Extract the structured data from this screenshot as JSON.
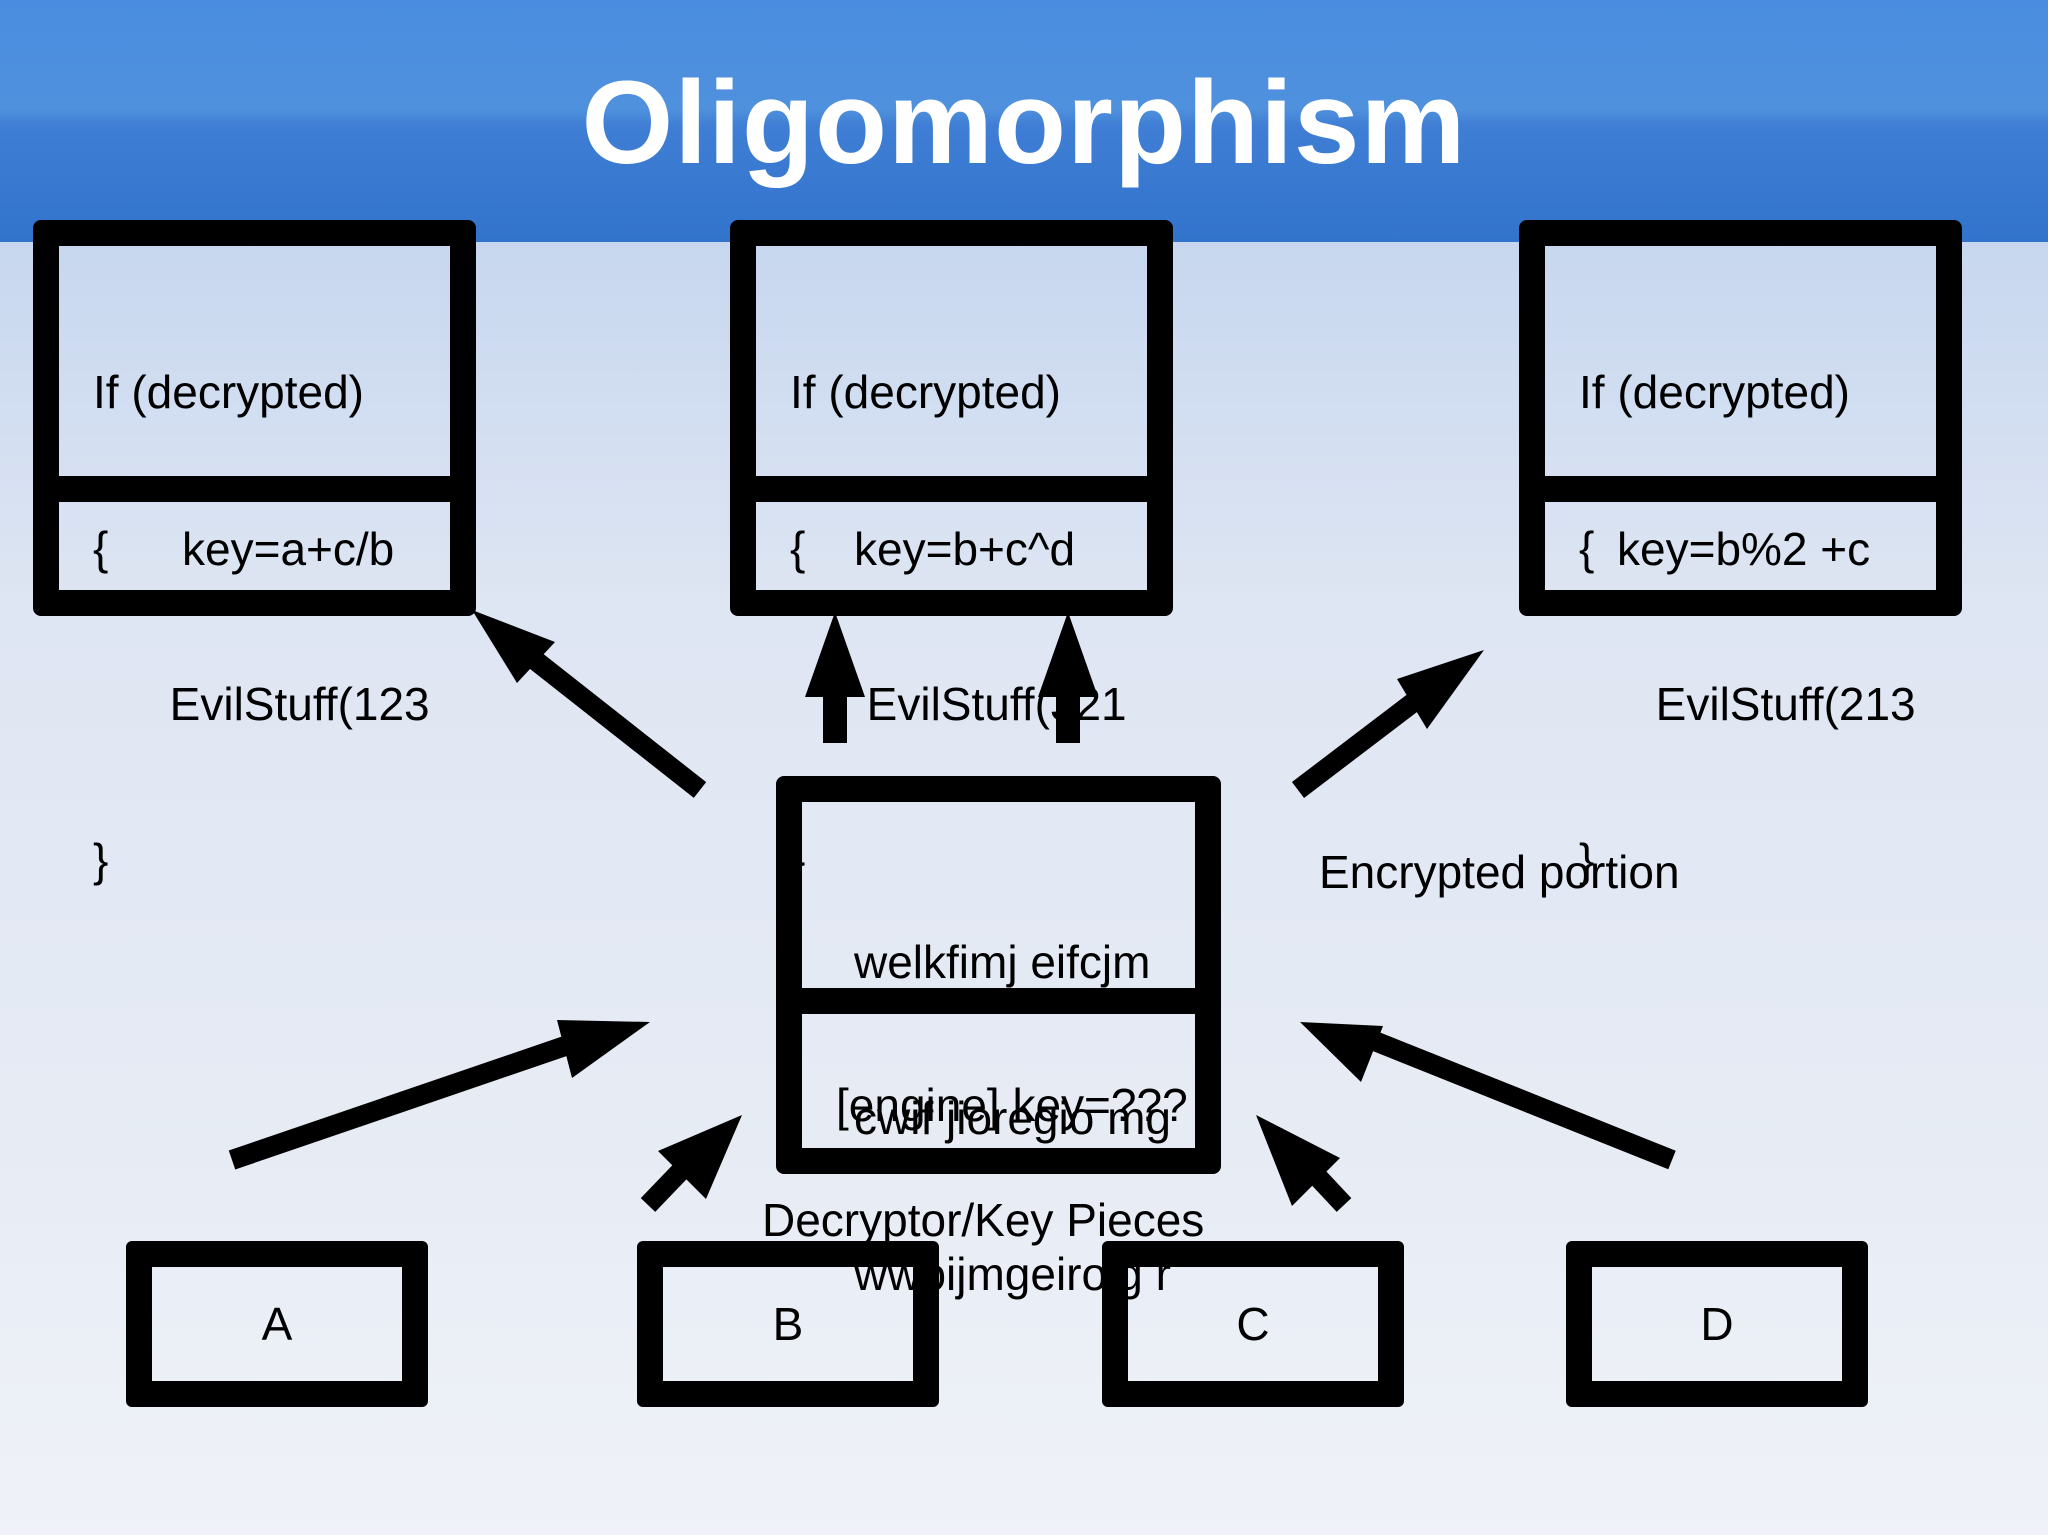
{
  "title": "Oligomorphism",
  "variants": [
    {
      "code_lines": [
        "If (decrypted)",
        "{",
        "      EvilStuff(123",
        "}"
      ],
      "key": "key=a+c/b"
    },
    {
      "code_lines": [
        "If (decrypted)",
        "{",
        "      EvilStuff(321",
        "}"
      ],
      "key": "key=b+c^d"
    },
    {
      "code_lines": [
        "If (decrypted)",
        "{",
        "      EvilStuff(213",
        "}"
      ],
      "key": "key=b%2 +c"
    }
  ],
  "center": {
    "encrypted_lines": [
      "welkfimj eifcjm",
      "cwif jioregio mg",
      "wwoijmgeirojg r"
    ],
    "engine": "[engine] key=???"
  },
  "encrypted_label": "Encrypted portion",
  "pieces_label": "Decryptor/Key Pieces",
  "pieces": [
    "A",
    "B",
    "C",
    "D"
  ]
}
